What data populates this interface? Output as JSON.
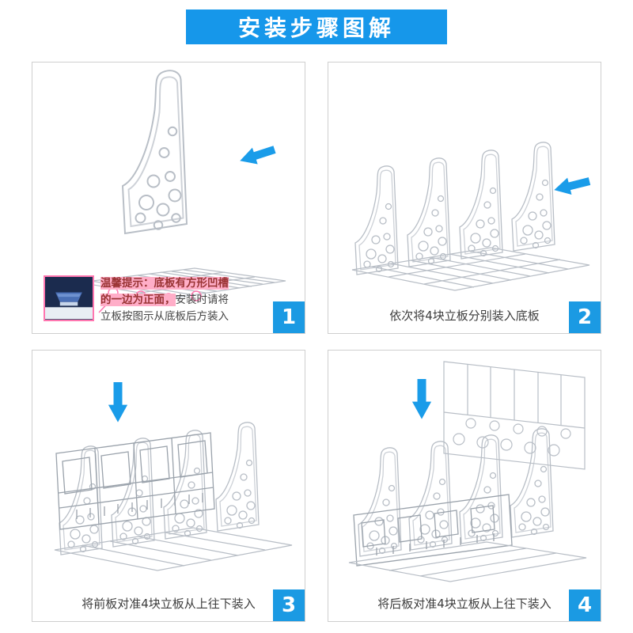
{
  "header": {
    "title": "安装步骤图解"
  },
  "colors": {
    "banner_blue": "#1697ea",
    "badge_blue": "#1b9ae3",
    "arrow_blue": "#1a9ce9",
    "tip_highlight_pink": "#ffaec8",
    "callout_pink": "#ff77b0",
    "lineart_gray": "#b8bec6"
  },
  "icon_names": [
    "direction-arrow-icon",
    "callout-circle-icon",
    "groove-photo"
  ],
  "steps": [
    {
      "number": "1",
      "tip": {
        "line1_highlight": "温馨提示：底板有方形凹槽",
        "line2_highlight": "的一边为正面，",
        "line2_plain": "安装时请将",
        "line3_plain": "立板按图示从底板后方装入"
      }
    },
    {
      "number": "2",
      "caption": "依次将4块立板分别装入底板"
    },
    {
      "number": "3",
      "caption": "将前板对准4块立板从上往下装入"
    },
    {
      "number": "4",
      "caption": "将后板对准4块立板从上往下装入"
    }
  ]
}
